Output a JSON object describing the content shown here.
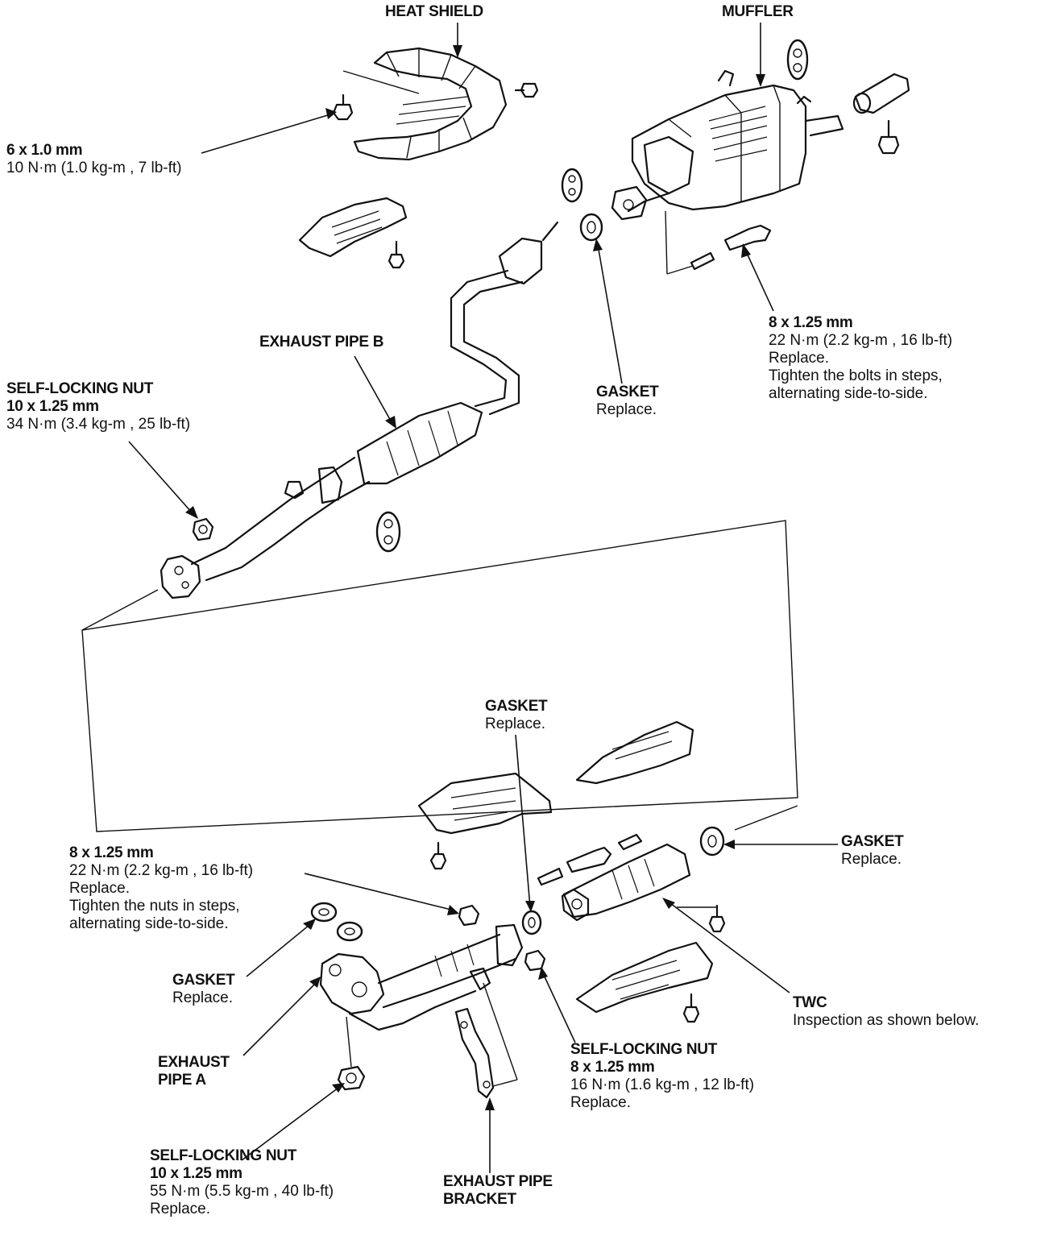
{
  "labels": {
    "heat_shield": {
      "title": [
        "HEAT SHIELD"
      ],
      "notes": []
    },
    "muffler": {
      "title": [
        "MUFFLER"
      ],
      "notes": []
    },
    "bolt_6x1": {
      "title": [
        "6 x 1.0 mm"
      ],
      "notes": [
        "10  N·m (1.0  kg-m , 7  lb-ft)"
      ]
    },
    "exhaust_pipe_b": {
      "title": [
        "EXHAUST PIPE B"
      ],
      "notes": []
    },
    "nut_top_left": {
      "title": [
        "SELF-LOCKING NUT",
        "10 x 1.25 mm"
      ],
      "notes": [
        "34  N·m (3.4  kg-m , 25  lb-ft)"
      ]
    },
    "gasket_top": {
      "title": [
        "GASKET"
      ],
      "notes": [
        "Replace."
      ]
    },
    "bolt_muffler": {
      "title": [
        "8 x 1.25 mm"
      ],
      "notes": [
        "22  N·m (2.2  kg-m , 16  lb-ft)",
        "Replace.",
        "Tighten the bolts in steps,",
        "alternating side-to-side."
      ]
    },
    "gasket_mid": {
      "title": [
        "GASKET"
      ],
      "notes": [
        "Replace."
      ]
    },
    "gasket_right": {
      "title": [
        "GASKET"
      ],
      "notes": [
        "Replace."
      ]
    },
    "nut_left_8x1": {
      "title": [
        "8 x 1.25 mm"
      ],
      "notes": [
        "22  N·m (2.2  kg-m , 16  lb-ft)",
        "Replace.",
        "Tighten the nuts in steps,",
        "alternating side-to-side."
      ]
    },
    "gasket_left": {
      "title": [
        "GASKET"
      ],
      "notes": [
        "Replace."
      ]
    },
    "twc": {
      "title": [
        "TWC"
      ],
      "notes": [
        "Inspection as shown below."
      ]
    },
    "exhaust_pipe_a": {
      "title": [
        "EXHAUST",
        "PIPE A"
      ],
      "notes": []
    },
    "nut_bottom_8x1": {
      "title": [
        "SELF-LOCKING NUT",
        "8 x 1.25 mm"
      ],
      "notes": [
        "16  N·m (1.6  kg-m , 12  lb-ft)",
        "Replace."
      ]
    },
    "nut_bottom_10x1": {
      "title": [
        "SELF-LOCKING NUT",
        "10 x 1.25 mm"
      ],
      "notes": [
        "55  N·m (5.5  kg-m , 40  lb-ft)",
        "Replace."
      ]
    },
    "bracket": {
      "title": [
        "EXHAUST PIPE",
        "BRACKET"
      ],
      "notes": []
    }
  }
}
